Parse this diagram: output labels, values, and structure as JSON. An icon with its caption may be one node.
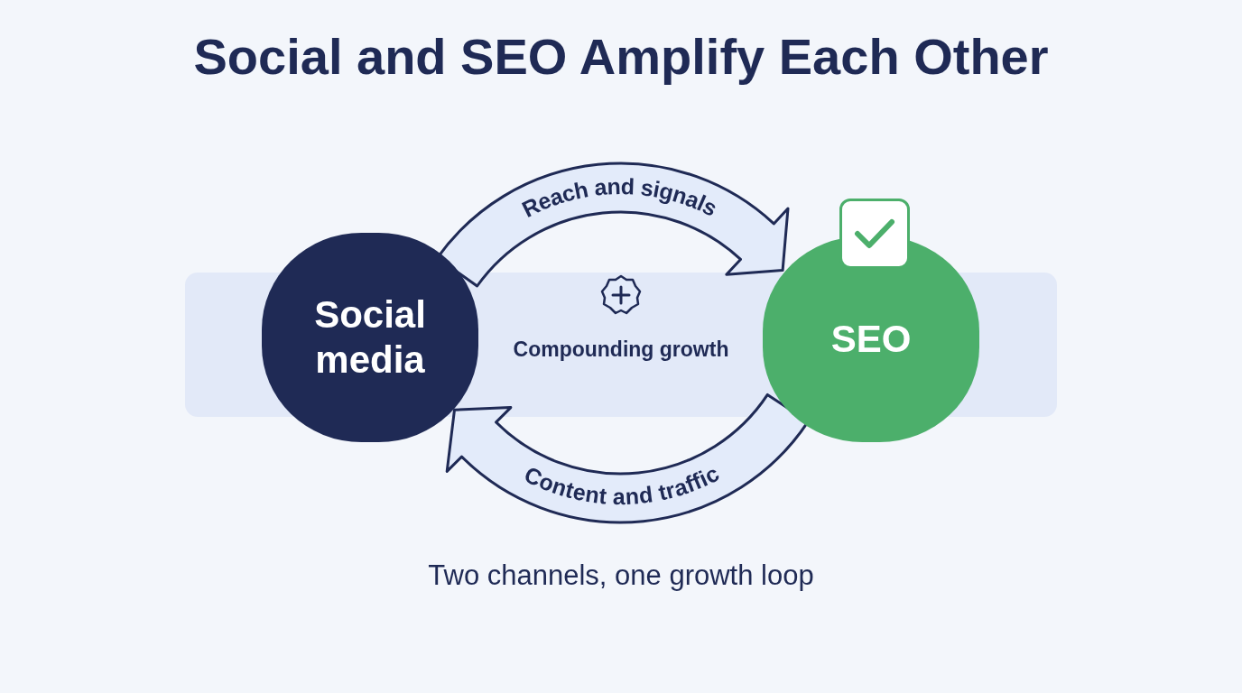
{
  "diagram": {
    "title": "Social and SEO Amplify Each Other",
    "nodes": [
      {
        "text": [
          "Social media"
        ]
      },
      {
        "text": [
          "SEO"
        ]
      }
    ],
    "edges": [
      {
        "from": 0,
        "to": 1,
        "arrow": "to",
        "label": "Reach and signals"
      },
      {
        "from": 1,
        "to": 0,
        "arrow": "to",
        "label": "Content and traffic"
      }
    ],
    "labels": [
      "Compounding growth"
    ],
    "caption": "Two channels, one growth loop"
  }
}
